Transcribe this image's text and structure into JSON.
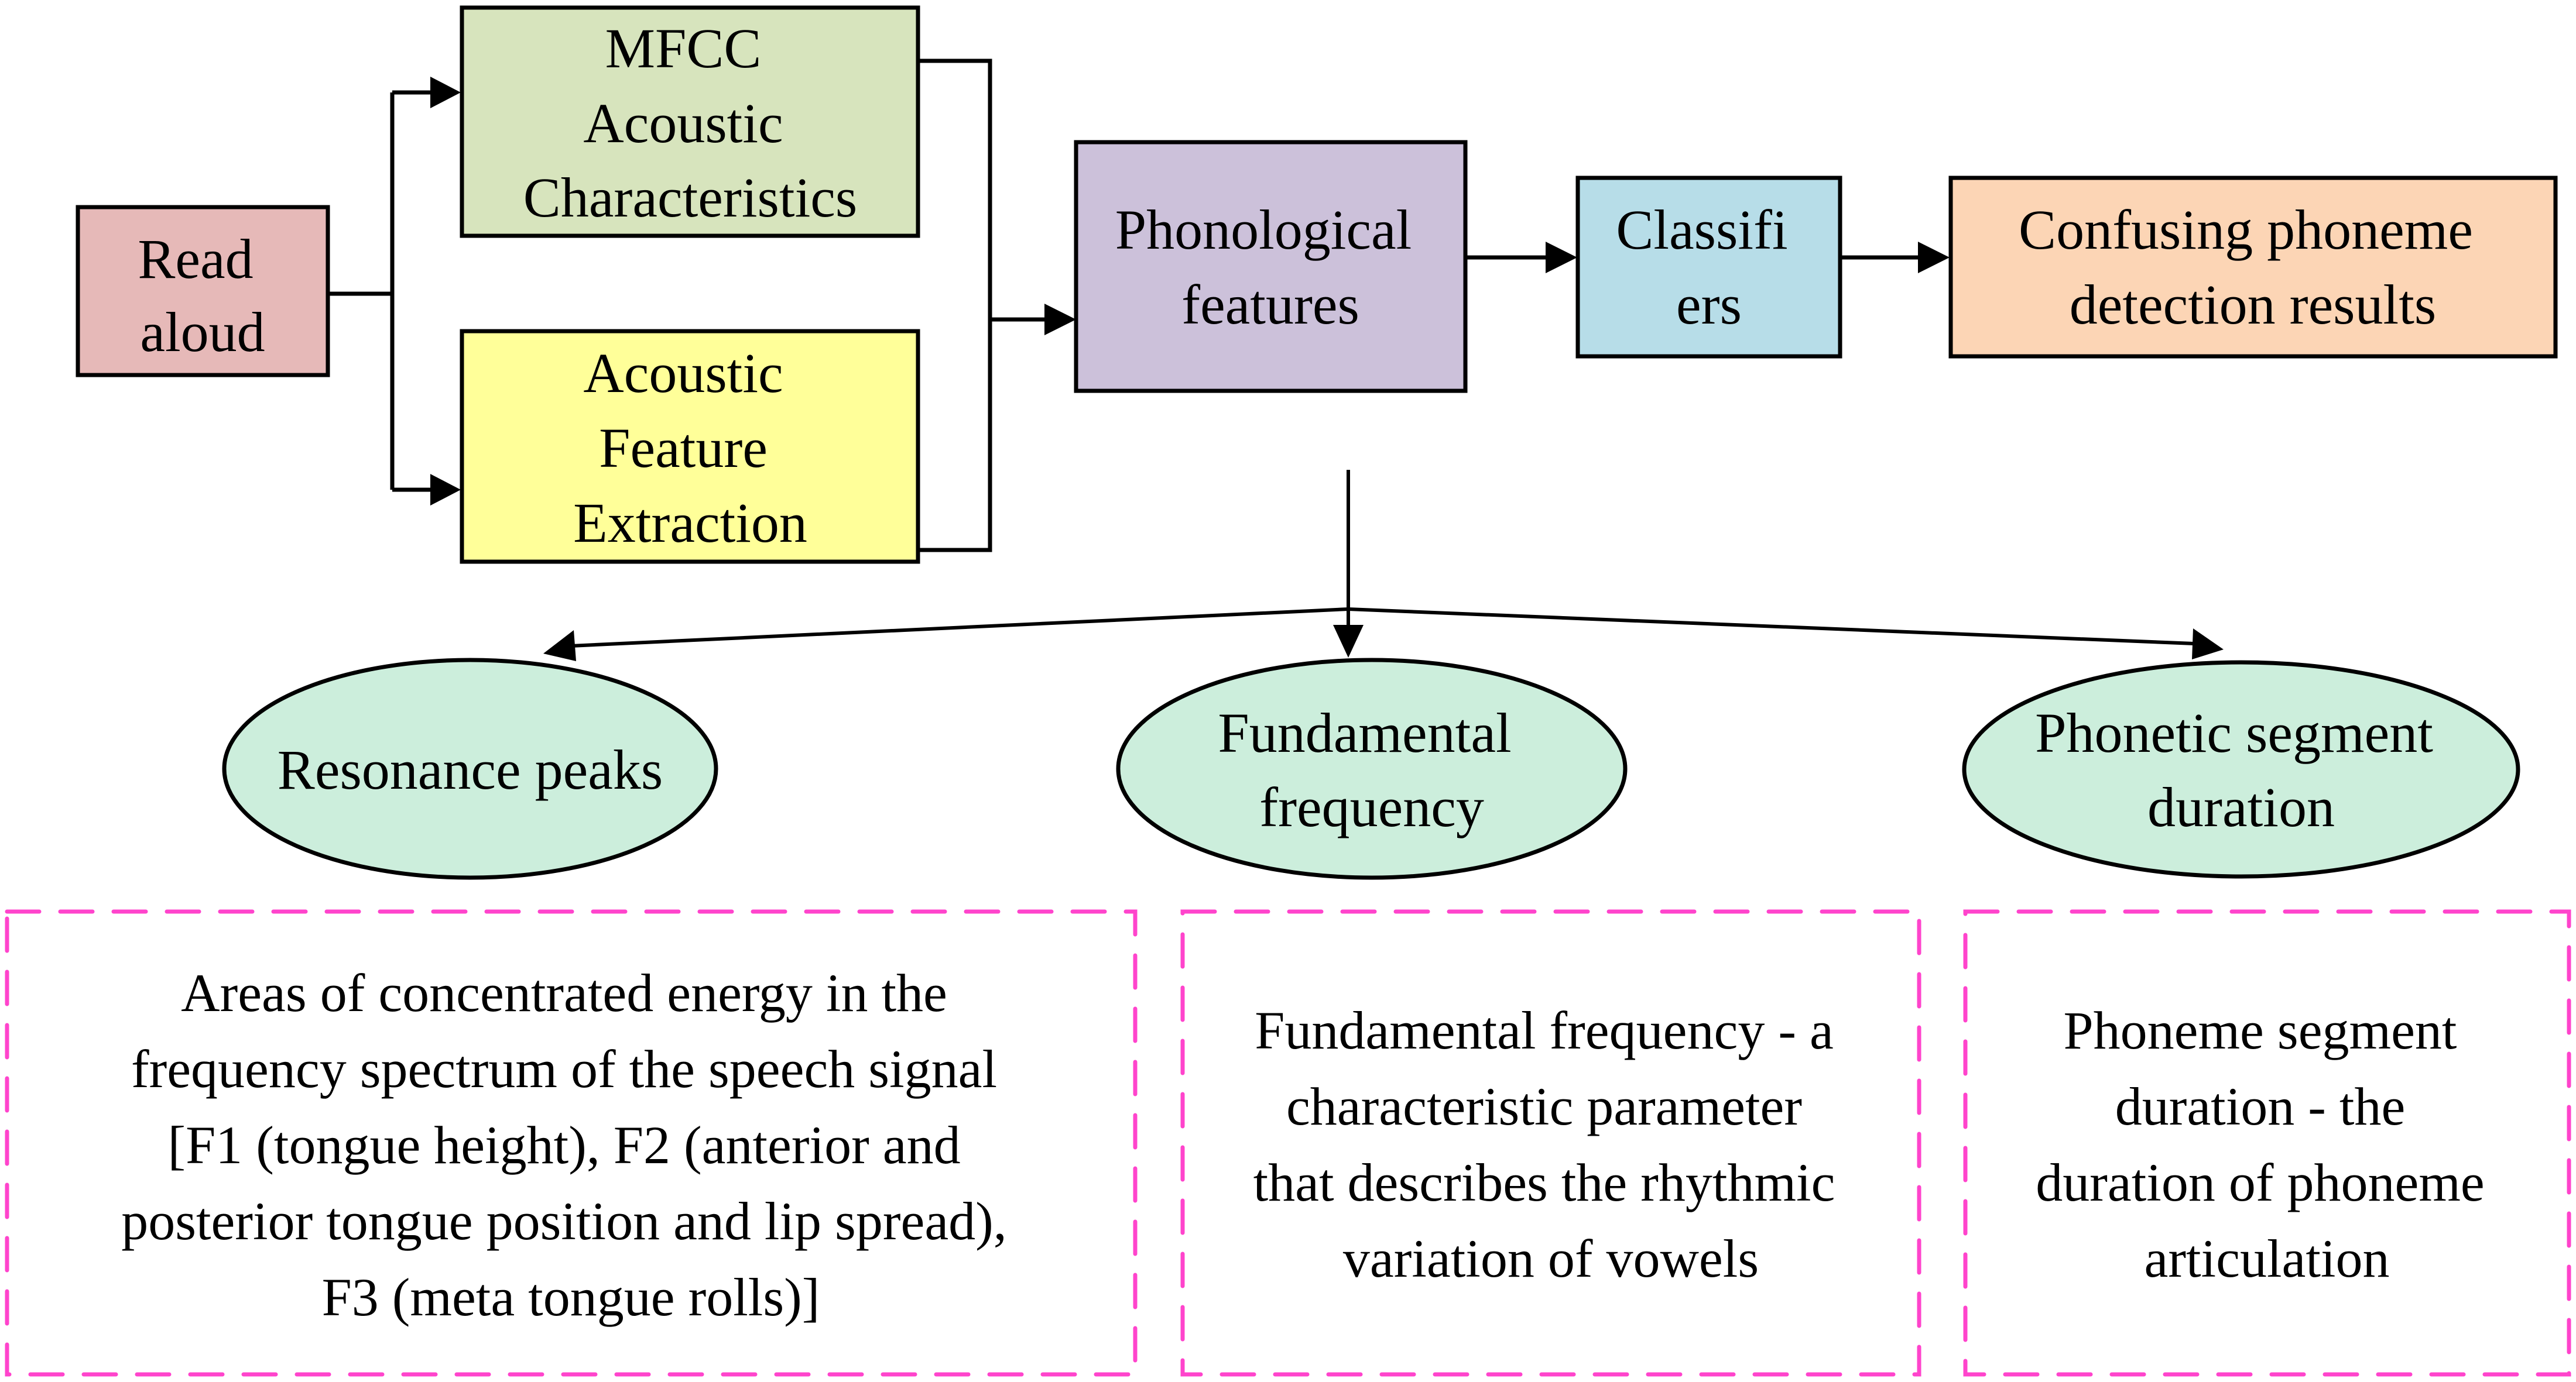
{
  "colors": {
    "read_aloud": "#E6B9B8",
    "mfcc": "#D7E4BD",
    "acoustic_extraction": "#FFFF99",
    "phonological": "#CCC1DA",
    "classifiers": "#B7DDE8",
    "results": "#FCD5B5",
    "feature_ellipse": "#CCEEDC",
    "dashed_border": "#FF44CC"
  },
  "nodes": {
    "read_aloud": {
      "lines": [
        "Read",
        "aloud"
      ]
    },
    "mfcc": {
      "lines": [
        "MFCC",
        "Acoustic",
        "Characteristics"
      ]
    },
    "acoustic_extraction": {
      "lines": [
        "Acoustic",
        "Feature",
        "Extraction"
      ]
    },
    "phonological": {
      "lines": [
        "Phonological",
        "features"
      ]
    },
    "classifiers": {
      "lines": [
        "Classifi",
        "ers"
      ]
    },
    "results": {
      "lines": [
        "Confusing phoneme",
        "detection results"
      ]
    }
  },
  "features": [
    {
      "lines": [
        "Resonance peaks"
      ]
    },
    {
      "lines": [
        "Fundamental",
        "frequency"
      ]
    },
    {
      "lines": [
        "Phonetic segment",
        "duration"
      ]
    }
  ],
  "descriptions": [
    {
      "lines": [
        "Areas of concentrated energy in the",
        "frequency spectrum of the speech signal",
        "[F1 (tongue height), F2 (anterior and",
        "posterior tongue position and lip spread),",
        "F3 (meta tongue rolls)]"
      ]
    },
    {
      "lines": [
        "Fundamental frequency - a",
        "characteristic parameter",
        "that describes the rhythmic",
        "variation of vowels"
      ]
    },
    {
      "lines": [
        "Phoneme segment",
        "duration - the",
        "duration of phoneme",
        "articulation"
      ]
    }
  ]
}
